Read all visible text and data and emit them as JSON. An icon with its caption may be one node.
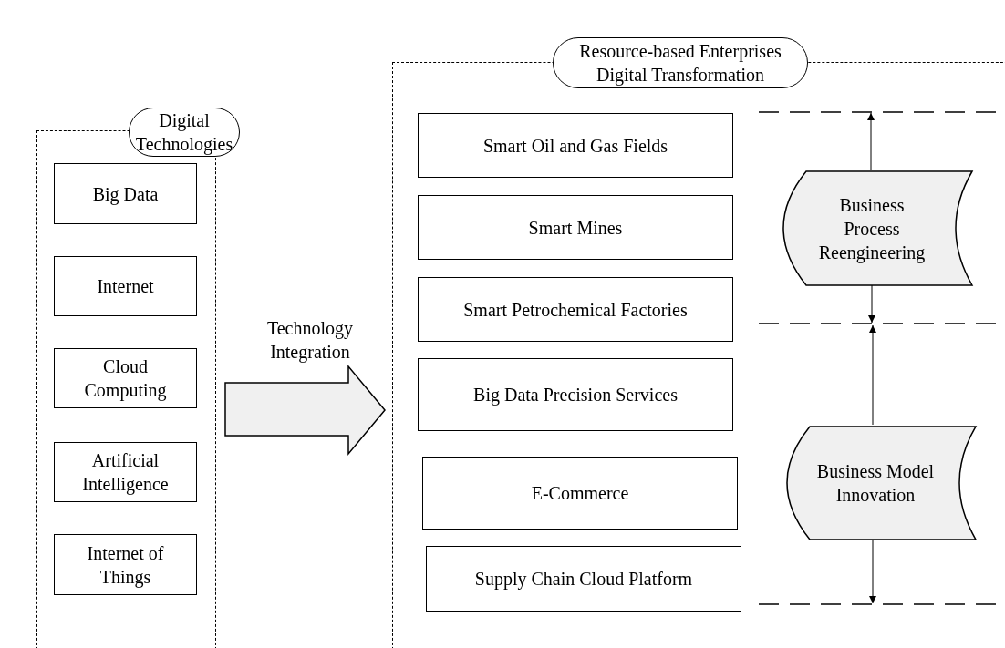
{
  "diagram": {
    "nodes": [
      {
        "text": [
          "Digital Technologies"
        ]
      },
      {
        "text": [
          "Big Data"
        ],
        "in": 0
      },
      {
        "text": [
          "Internet"
        ],
        "in": 0
      },
      {
        "text": [
          "Cloud Computing"
        ],
        "in": 0
      },
      {
        "text": [
          "Artificial Intelligence"
        ],
        "in": 0
      },
      {
        "text": [
          "Internet of Things"
        ],
        "in": 0
      },
      {
        "text": [
          "Resource-based Enterprises Digital Transformation"
        ]
      },
      {
        "text": [
          "Smart Oil and Gas Fields"
        ],
        "in": 6
      },
      {
        "text": [
          "Smart Mines"
        ],
        "in": 6
      },
      {
        "text": [
          "Smart Petrochemical Factories"
        ],
        "in": 6
      },
      {
        "text": [
          "Big Data Precision Services"
        ],
        "in": 6
      },
      {
        "text": [
          "E-Commerce"
        ],
        "in": 6
      },
      {
        "text": [
          "Supply Chain Cloud Platform"
        ],
        "in": 6
      },
      {
        "text": [
          "Business Process Reengineering"
        ],
        "in": 6
      },
      {
        "text": [
          "Business Model Innovation"
        ],
        "in": 6
      }
    ],
    "edges": [
      {
        "from": 0,
        "to": 6,
        "arrow": "to",
        "label": "Technology Integration"
      },
      {
        "from": 13,
        "to": null,
        "arrow": "to"
      },
      {
        "from": 13,
        "to": null,
        "arrow": "to"
      },
      {
        "from": 14,
        "to": null,
        "arrow": "to"
      },
      {
        "from": 14,
        "to": null,
        "arrow": "to"
      }
    ]
  }
}
